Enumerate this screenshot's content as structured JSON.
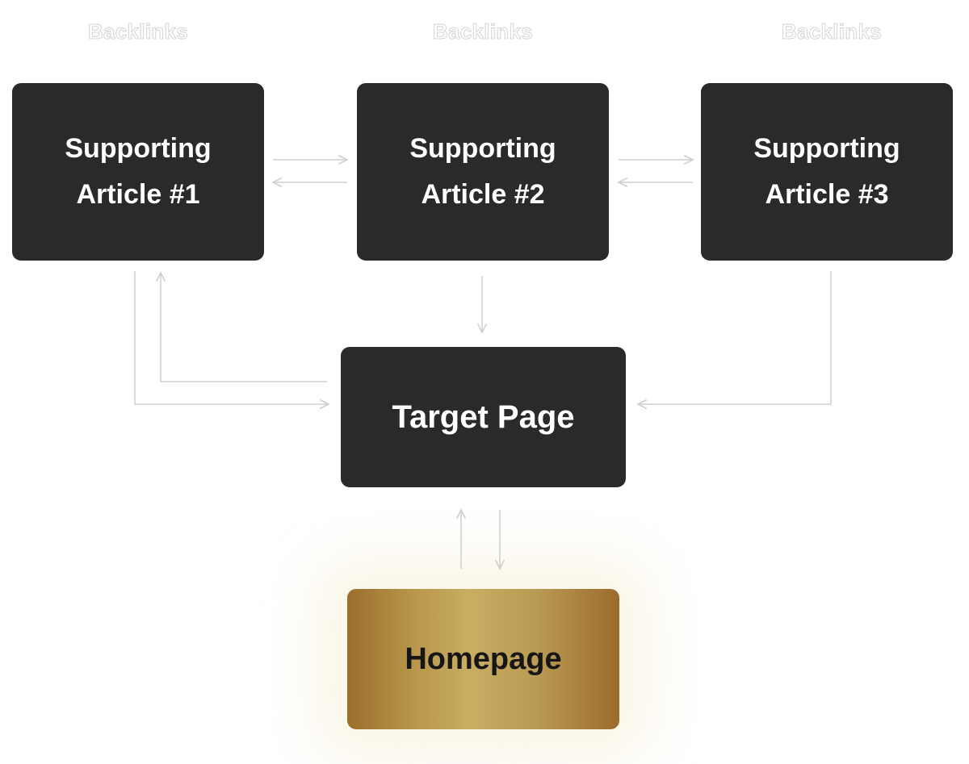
{
  "labels": {
    "backlinks_1": "Backlinks",
    "backlinks_2": "Backlinks",
    "backlinks_3": "Backlinks"
  },
  "nodes": {
    "article_1": {
      "line1": "Supporting",
      "line2": "Article #1"
    },
    "article_2": {
      "line1": "Supporting",
      "line2": "Article #2"
    },
    "article_3": {
      "line1": "Supporting",
      "line2": "Article #3"
    },
    "target": "Target Page",
    "homepage": "Homepage"
  },
  "colors": {
    "node_bg": "#2a2a2a",
    "node_text": "#ffffff",
    "arrow": "#cfcfcf",
    "homepage_gradient": [
      "#9b6e2c",
      "#c8ad63",
      "#9c6b2c"
    ],
    "homepage_text": "#161616"
  }
}
